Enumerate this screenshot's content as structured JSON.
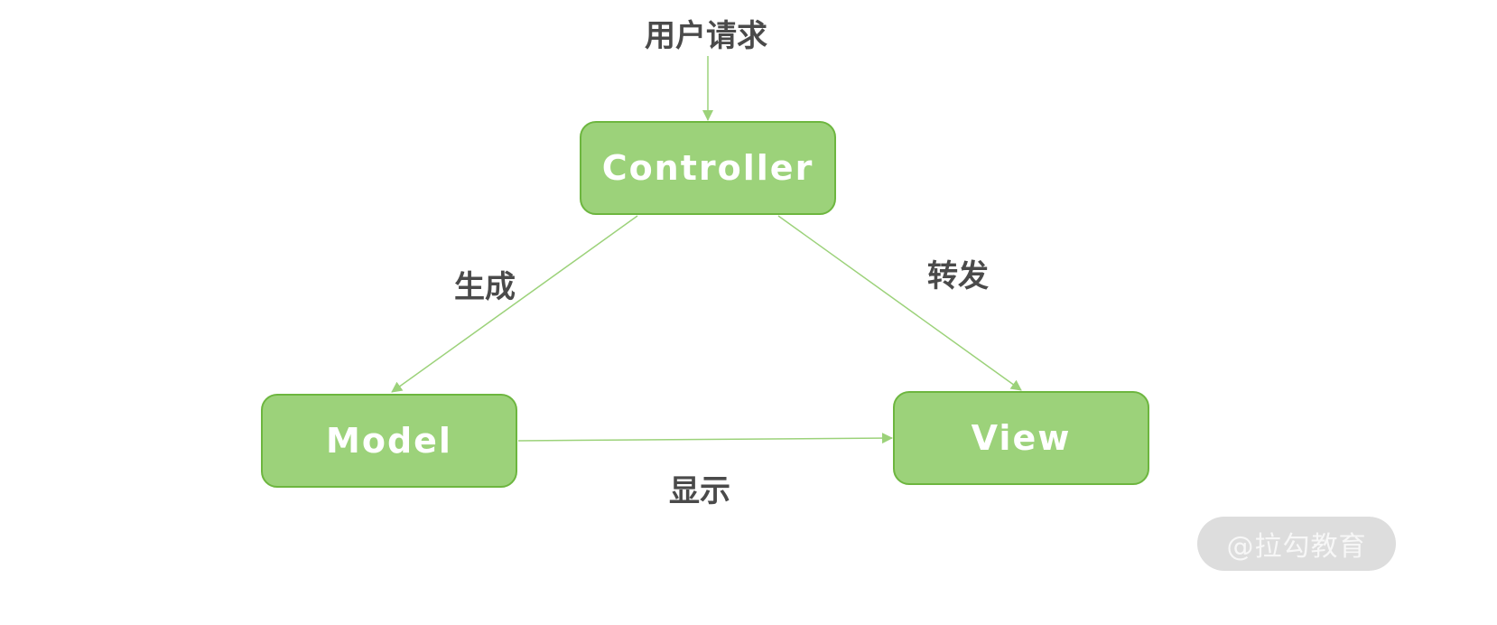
{
  "nodes": {
    "controller": "Controller",
    "model": "Model",
    "view": "View"
  },
  "edges": {
    "request": "用户请求",
    "generate": "生成",
    "forward": "转发",
    "display": "显示"
  },
  "watermark": "@拉勾教育",
  "colors": {
    "node_fill": "#9cd27a",
    "node_border": "#6db63f",
    "arrow": "#9cd27a",
    "label_text": "#4a4a4a"
  }
}
